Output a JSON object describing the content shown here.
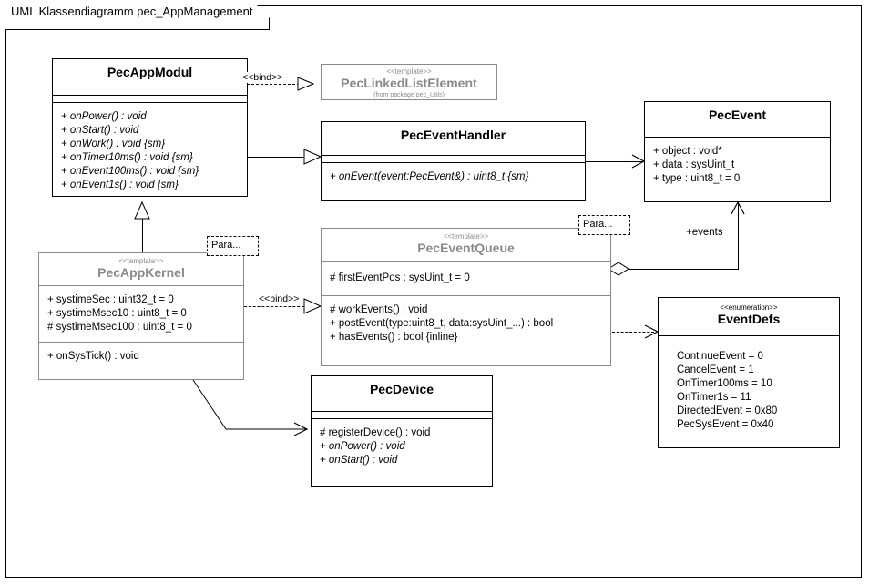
{
  "diagram": {
    "title": "UML Klassendiagramm pec_AppManagement"
  },
  "classes": {
    "pec_app_modul": {
      "name": "PecAppModul",
      "members": [
        "+ onPower() : void",
        "+ onStart() : void",
        "+ onWork() : void {sm}",
        "+ onTimer10ms() : void {sm}",
        "+ onEvent100ms() : void {sm}",
        "+ onEvent1s() : void {sm}"
      ]
    },
    "pec_linked_list_element": {
      "stereotype": "<<template>>",
      "name": "PecLinkedListElement",
      "subtitle": "(from package pec_Utils)"
    },
    "pec_event_handler": {
      "name": "PecEventHandler",
      "members": [
        "+ onEvent(event:PecEvent&) : uint8_t {sm}"
      ]
    },
    "pec_event": {
      "name": "PecEvent",
      "members": [
        "+ object : void*",
        "+ data : sysUint_t",
        "+ type : uint8_t = 0"
      ]
    },
    "pec_app_kernel": {
      "stereotype": "<<template>>",
      "name": "PecAppKernel",
      "attributes": [
        "+ systimeSec : uint32_t = 0",
        "+ systimeMsec10 : uint8_t = 0",
        "# systimeMsec100 : uint8_t = 0"
      ],
      "operations": [
        "+ onSysTick() : void"
      ],
      "param_box": "Para..."
    },
    "pec_event_queue": {
      "stereotype": "<<template>>",
      "name": "PecEventQueue",
      "attributes": [
        "# firstEventPos : sysUint_t = 0"
      ],
      "operations": [
        "# workEvents() : void",
        "+ postEvent(type:uint8_t, data:sysUint_...) : bool",
        "+ hasEvents() : bool {inline}"
      ],
      "param_box": "Para..."
    },
    "event_defs": {
      "stereotype": "<<enumeration>>",
      "name": "EventDefs",
      "literals": [
        "ContinueEvent = 0",
        "CancelEvent = 1",
        "OnTimer100ms = 10",
        "OnTimer1s = 11",
        "DirectedEvent = 0x80",
        "PecSysEvent = 0x40"
      ]
    },
    "pec_device": {
      "name": "PecDevice",
      "members": [
        "# registerDevice() : void",
        "+ onPower() : void",
        "+ onStart() : void"
      ]
    }
  },
  "connectors": {
    "bind_modul_to_list": "<<bind>>",
    "bind_kernel_to_queue": "<<bind>>",
    "aggregation_events_role": "+events"
  }
}
